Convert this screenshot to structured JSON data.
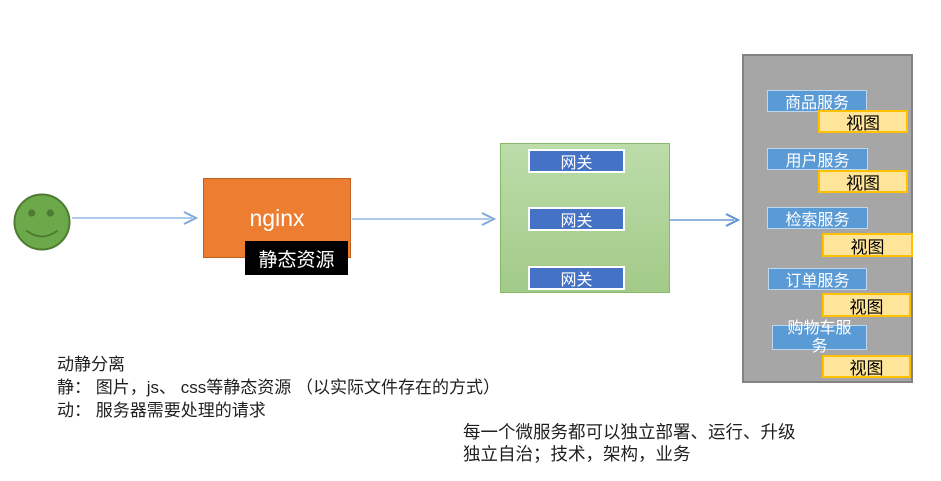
{
  "diagram": {
    "user": {
      "icon": "smiley-face"
    },
    "nginx": {
      "label": "nginx",
      "overlay_label": "静态资源"
    },
    "gateways": {
      "items": [
        {
          "label": "网关"
        },
        {
          "label": "网关"
        },
        {
          "label": "网关"
        }
      ]
    },
    "services": {
      "items": [
        {
          "label": "商品服务",
          "view": "视图"
        },
        {
          "label": "用户服务",
          "view": "视图"
        },
        {
          "label": "检索服务",
          "view": "视图"
        },
        {
          "label": "订单服务",
          "view": "视图"
        },
        {
          "label": "购物车服务",
          "view": "视图"
        }
      ]
    },
    "notes_left": {
      "line1": "动静分离",
      "line2": "静： 图片，js、 css等静态资源 （以实际文件存在的方式）",
      "line3": "动： 服务器需要处理的请求"
    },
    "notes_right": {
      "line1": "每一个微服务都可以独立部署、运行、升级",
      "line2": "独立自治；技术，架构，业务"
    }
  },
  "colors": {
    "nginx_fill": "#ED7D31",
    "static_overlay_fill": "#000000",
    "gateway_panel_fill": "#A9D18E",
    "gateway_box_fill": "#4472C4",
    "services_panel_fill": "#A6A6A6",
    "service_box_fill": "#5B9BD5",
    "view_box_fill": "#FFE599",
    "view_box_border": "#FFC000",
    "smiley_fill": "#6CA94A",
    "arrow_color": "#A9C9EA"
  }
}
